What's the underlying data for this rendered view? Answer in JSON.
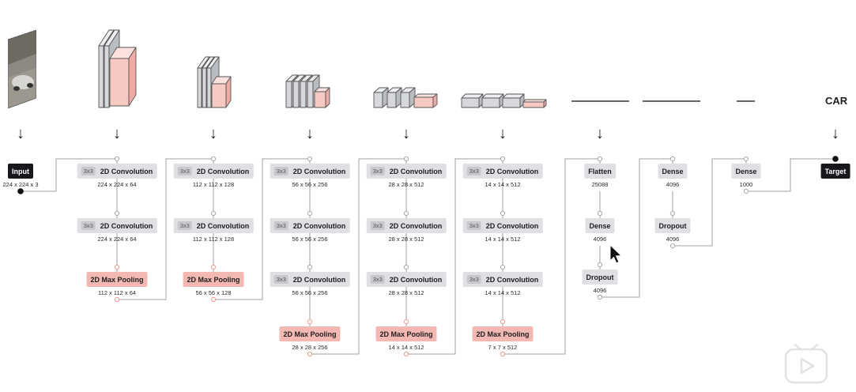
{
  "output_label": "CAR",
  "input": {
    "label": "Input",
    "dim": "224 x 224 x 3"
  },
  "target": {
    "label": "Target"
  },
  "kernel": "3x3",
  "blocks": [
    {
      "conv": [
        {
          "label": "2D Convolution",
          "dim": "224 x 224 x 64"
        },
        {
          "label": "2D Convolution",
          "dim": "224 x 224 x 64"
        }
      ],
      "pool": {
        "label": "2D Max Pooling",
        "dim": "112 x 112 x 64"
      }
    },
    {
      "conv": [
        {
          "label": "2D Convolution",
          "dim": "112 x 112 x 128"
        },
        {
          "label": "2D Convolution",
          "dim": "112 x 112 x 128"
        }
      ],
      "pool": {
        "label": "2D Max Pooling",
        "dim": "56 x 56 x 128"
      }
    },
    {
      "conv": [
        {
          "label": "2D Convolution",
          "dim": "56 x 56 x 256"
        },
        {
          "label": "2D Convolution",
          "dim": "56 x 56 x 256"
        },
        {
          "label": "2D Convolution",
          "dim": "56 x 56 x 256"
        }
      ],
      "pool": {
        "label": "2D Max Pooling",
        "dim": "28 x 28 x 256"
      }
    },
    {
      "conv": [
        {
          "label": "2D Convolution",
          "dim": "28 x 28 x 512"
        },
        {
          "label": "2D Convolution",
          "dim": "28 x 28 x 512"
        },
        {
          "label": "2D Convolution",
          "dim": "28 x 28 x 512"
        }
      ],
      "pool": {
        "label": "2D Max Pooling",
        "dim": "14 x 14 x 512"
      }
    },
    {
      "conv": [
        {
          "label": "2D Convolution",
          "dim": "14 x 14 x 512"
        },
        {
          "label": "2D Convolution",
          "dim": "14 x 14 x 512"
        },
        {
          "label": "2D Convolution",
          "dim": "14 x 14 x 512"
        }
      ],
      "pool": {
        "label": "2D Max Pooling",
        "dim": "7 x 7 x 512"
      }
    }
  ],
  "dense_blocks": [
    [
      {
        "label": "Flatten",
        "dim": "25088"
      },
      {
        "label": "Dense",
        "dim": "4096"
      },
      {
        "label": "Dropout",
        "dim": "4096"
      }
    ],
    [
      {
        "label": "Dense",
        "dim": "4096"
      },
      {
        "label": "Dropout",
        "dim": "4096"
      }
    ],
    [
      {
        "label": "Dense",
        "dim": "1000"
      }
    ]
  ],
  "colors": {
    "conv": "#dfe0e3",
    "pool": "#f4b8b3",
    "io": "#16181b",
    "wire": "#a0a0a0",
    "cube_face": "#d4d6da",
    "cube_accent": "#f7c9c3"
  },
  "icons": [
    "down-arrow-icon",
    "mouse-cursor-icon",
    "play-icon"
  ]
}
